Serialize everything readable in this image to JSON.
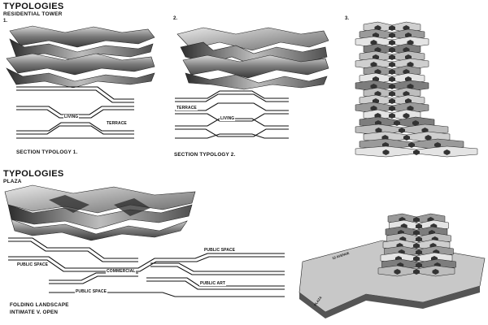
{
  "residential": {
    "title": "TYPOLOGIES",
    "subtitle": "RESIDENTIAL TOWER",
    "panel_numbers": [
      "1.",
      "2.",
      "3."
    ],
    "section1": {
      "caption": "SECTION TYPOLOGY 1.",
      "labels": [
        "LIVING",
        "TERRACE"
      ]
    },
    "section2": {
      "caption": "SECTION TYPOLOGY 2.",
      "labels": [
        "TERRACE",
        "LIVING"
      ]
    }
  },
  "plaza": {
    "title": "TYPOLOGIES",
    "subtitle": "PLAZA",
    "section": {
      "labels": [
        "PUBLIC SPACE",
        "COMMERCIAL",
        "PUBLIC SPACE",
        "PUBLIC ART",
        "PUBLIC SPACE"
      ],
      "caption_line1": "FOLDING LANDSCAPE",
      "caption_line2": "INTIMATE V. OPEN"
    },
    "model_labels": [
      "12 AVENUE",
      "PLAZA"
    ]
  }
}
